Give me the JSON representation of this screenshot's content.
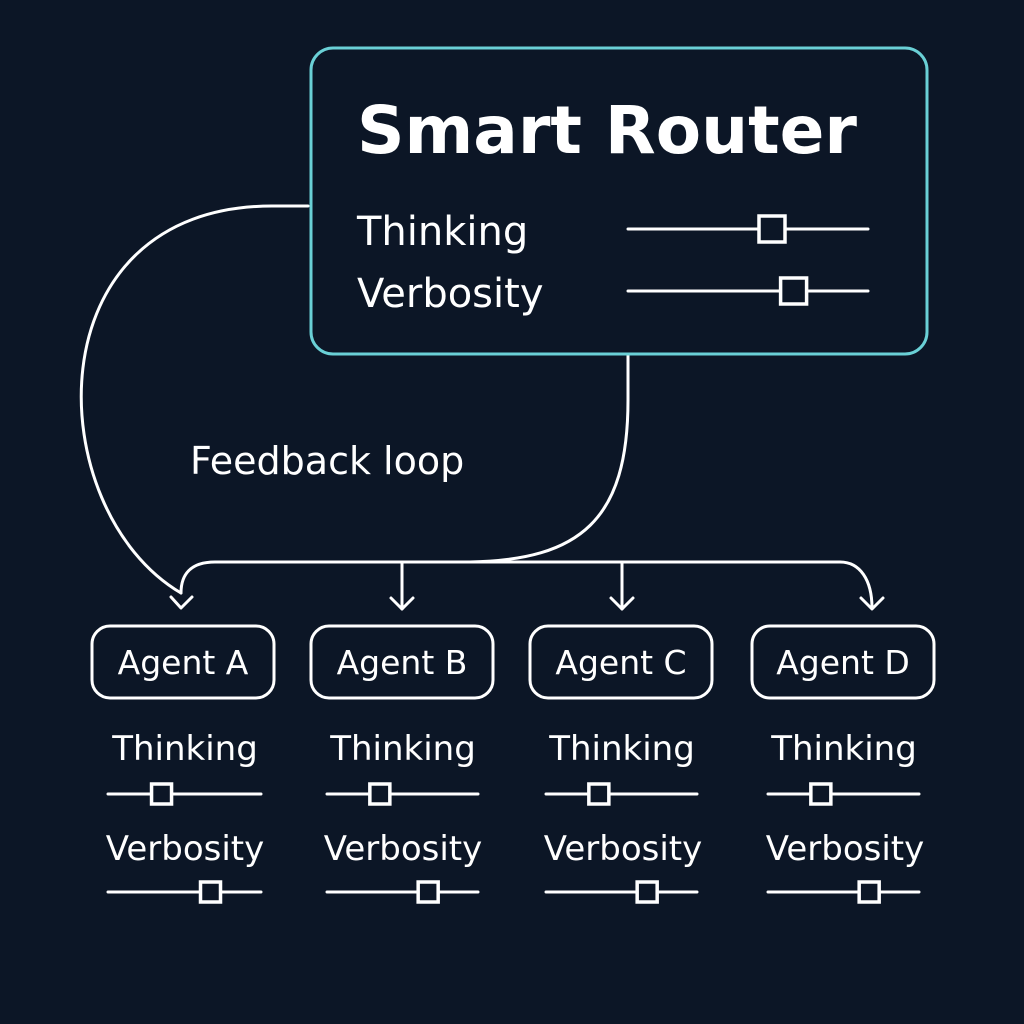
{
  "colors": {
    "background": "#0c1626",
    "router_border": "#6ad0d6",
    "line": "#ffffff"
  },
  "router": {
    "title": "Smart Router",
    "sliders": [
      {
        "label": "Thinking",
        "value": 0.6
      },
      {
        "label": "Verbosity",
        "value": 0.69
      }
    ]
  },
  "feedback": {
    "label": "Feedback loop"
  },
  "agents": [
    {
      "name": "Agent A",
      "sliders": [
        {
          "label": "Thinking",
          "value": 0.35
        },
        {
          "label": "Verbosity",
          "value": 0.67
        }
      ]
    },
    {
      "name": "Agent B",
      "sliders": [
        {
          "label": "Thinking",
          "value": 0.35
        },
        {
          "label": "Verbosity",
          "value": 0.67
        }
      ]
    },
    {
      "name": "Agent C",
      "sliders": [
        {
          "label": "Thinking",
          "value": 0.35
        },
        {
          "label": "Verbosity",
          "value": 0.67
        }
      ]
    },
    {
      "name": "Agent D",
      "sliders": [
        {
          "label": "Thinking",
          "value": 0.35
        },
        {
          "label": "Verbosity",
          "value": 0.67
        }
      ]
    }
  ]
}
